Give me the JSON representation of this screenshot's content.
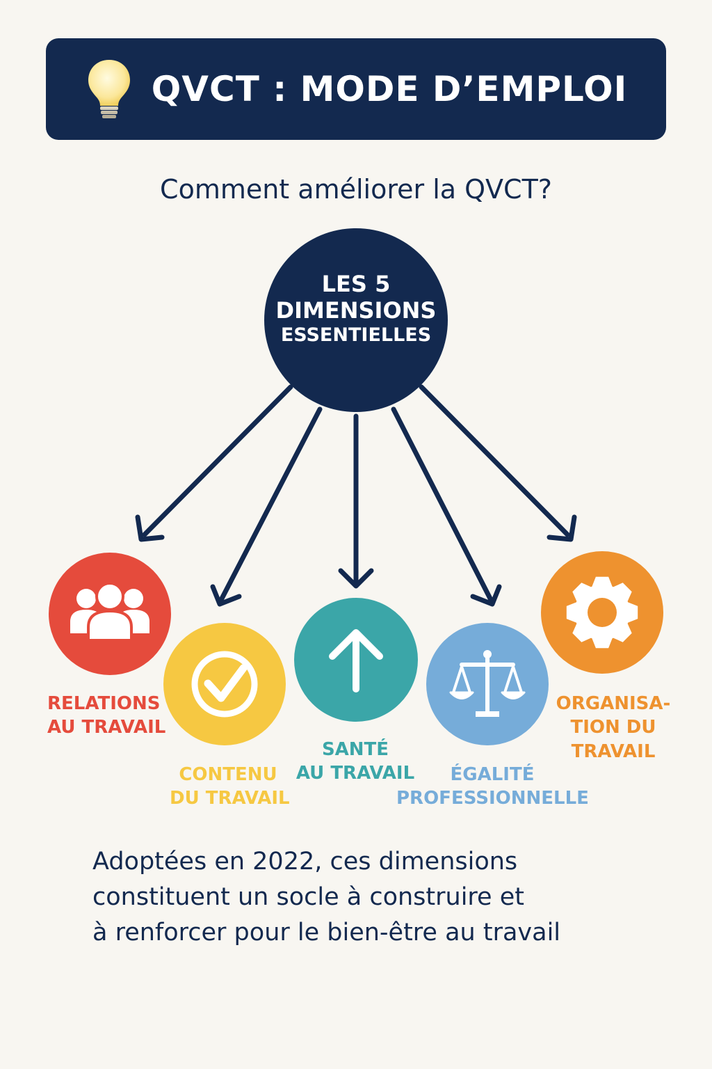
{
  "header": {
    "title": "QVCT : MODE D’EMPLOI",
    "icon": "lightbulb-icon"
  },
  "subtitle": "Comment améliorer la QVCT?",
  "hub": {
    "line1": "LES 5",
    "line2": "DIMENSIONS",
    "line3": "ESSENTIELLES",
    "color": "#13294f"
  },
  "dimensions": [
    {
      "id": "relations",
      "lines": [
        "RELATIONS",
        "AU TRAVAIL"
      ],
      "color": "#e54b3c",
      "icon": "people-icon"
    },
    {
      "id": "contenu",
      "lines": [
        "CONTENU",
        "DU TRAVAIL"
      ],
      "color": "#f6c842",
      "icon": "checkmark-icon"
    },
    {
      "id": "sante",
      "lines": [
        "SANTÉ",
        "AU TRAVAIL"
      ],
      "color": "#3ba6a8",
      "icon": "arrow-up-icon"
    },
    {
      "id": "egalite",
      "lines": [
        "ÉGALITÉ",
        "PROFESSIONNELLE"
      ],
      "color": "#76acd9",
      "icon": "scales-icon"
    },
    {
      "id": "organisation",
      "lines": [
        "ORGANISA-",
        "TION DU",
        "TRAVAIL"
      ],
      "color": "#ee922f",
      "icon": "gear-icon"
    }
  ],
  "footer": {
    "line1": "Adoptées en 2022, ces dimensions",
    "line2": "constituent un socle à construire et",
    "line3": "à renforcer pour le bien-être au travail"
  }
}
